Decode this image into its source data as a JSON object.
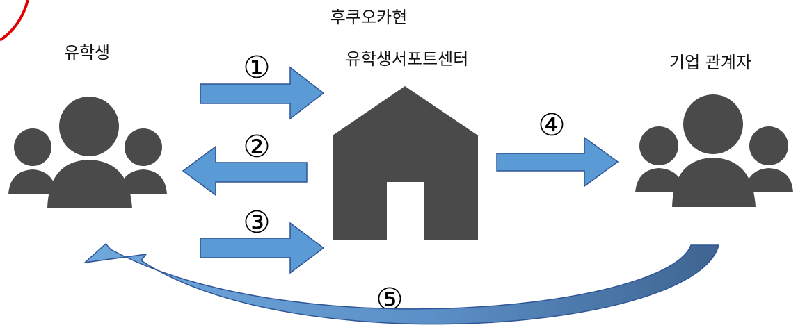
{
  "labels": {
    "students": "유학생",
    "center_line1": "후쿠오카현",
    "center_line2": "유학생서포트센터",
    "company": "기업 관계자"
  },
  "steps": {
    "s1": "①",
    "s2": "②",
    "s3": "③",
    "s4": "④",
    "s5": "⑤"
  },
  "colors": {
    "icon": "#4a4a4a",
    "arrow_fill": "#5b9bd5",
    "arrow_stroke": "#2f5597",
    "curve_dark": "#44678f",
    "accent_red": "#e00000"
  },
  "icons": {
    "students": "people-group-icon",
    "center": "house-icon",
    "company": "people-group-icon"
  }
}
